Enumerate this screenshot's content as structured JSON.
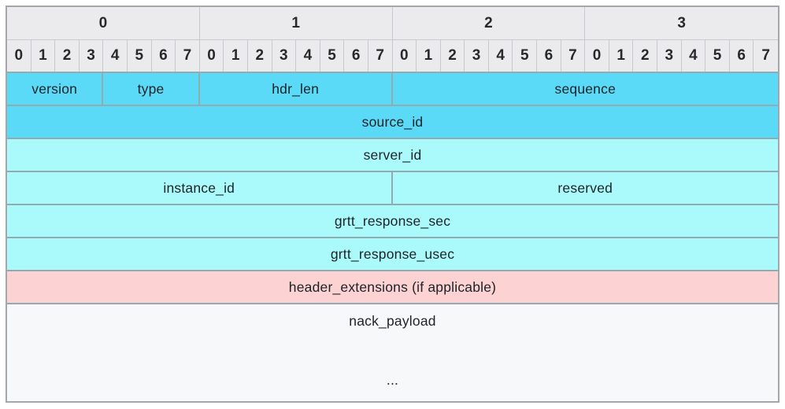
{
  "byte_header": [
    "0",
    "1",
    "2",
    "3"
  ],
  "bit_header": [
    "0",
    "1",
    "2",
    "3",
    "4",
    "5",
    "6",
    "7",
    "0",
    "1",
    "2",
    "3",
    "4",
    "5",
    "6",
    "7",
    "0",
    "1",
    "2",
    "3",
    "4",
    "5",
    "6",
    "7",
    "0",
    "1",
    "2",
    "3",
    "4",
    "5",
    "6",
    "7"
  ],
  "colors": {
    "dark_cyan": "#5bdaf7",
    "light_cyan": "#aafafc",
    "pink": "#fcd2d2",
    "payload_bg": "#f7f8fa",
    "header_bg": "#ebebed"
  },
  "rows": [
    {
      "cells": [
        {
          "label": "version",
          "bits": 4,
          "fill": "dark_cyan"
        },
        {
          "label": "type",
          "bits": 4,
          "fill": "dark_cyan"
        },
        {
          "label": "hdr_len",
          "bits": 8,
          "fill": "dark_cyan"
        },
        {
          "label": "sequence",
          "bits": 16,
          "fill": "dark_cyan"
        }
      ]
    },
    {
      "cells": [
        {
          "label": "source_id",
          "bits": 32,
          "fill": "dark_cyan"
        }
      ]
    },
    {
      "cells": [
        {
          "label": "server_id",
          "bits": 32,
          "fill": "light_cyan"
        }
      ]
    },
    {
      "cells": [
        {
          "label": "instance_id",
          "bits": 16,
          "fill": "light_cyan"
        },
        {
          "label": "reserved",
          "bits": 16,
          "fill": "light_cyan"
        }
      ]
    },
    {
      "cells": [
        {
          "label": "grtt_response_sec",
          "bits": 32,
          "fill": "light_cyan"
        }
      ]
    },
    {
      "cells": [
        {
          "label": "grtt_response_usec",
          "bits": 32,
          "fill": "light_cyan"
        }
      ]
    },
    {
      "cells": [
        {
          "label": "header_extensions (if applicable)",
          "bits": 32,
          "fill": "pink"
        }
      ]
    },
    {
      "cells": [
        {
          "label": "nack_payload",
          "bits": 32,
          "fill": "payload_bg",
          "tall": true,
          "ellipsis": "..."
        }
      ]
    }
  ]
}
